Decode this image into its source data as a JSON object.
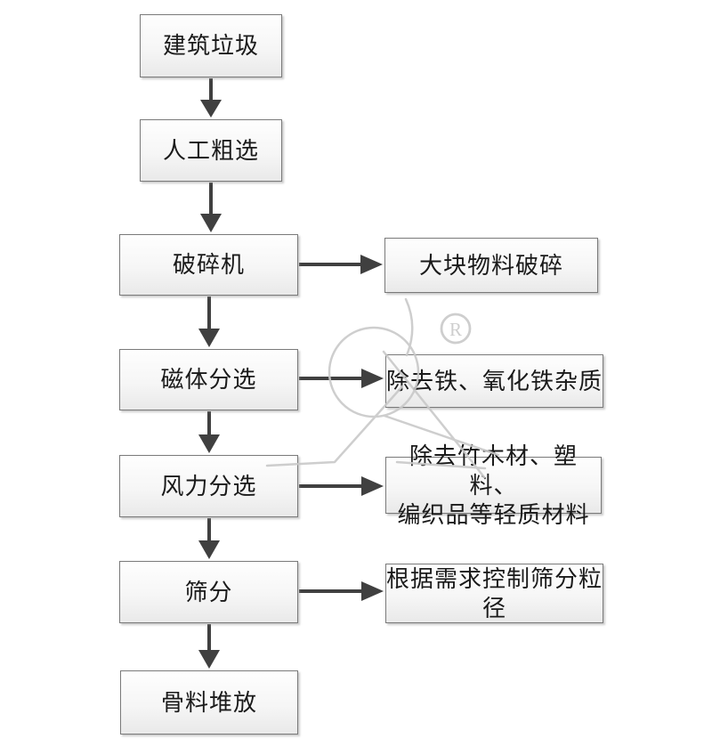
{
  "flow": {
    "main_steps": [
      {
        "label": "建筑垃圾"
      },
      {
        "label": "人工粗选"
      },
      {
        "label": "破碎机"
      },
      {
        "label": "磁体分选"
      },
      {
        "label": "风力分选"
      },
      {
        "label": "筛分"
      },
      {
        "label": "骨料堆放"
      }
    ],
    "side_notes": [
      {
        "label": "大块物料破碎"
      },
      {
        "label": "除去铁、氧化铁杂质"
      },
      {
        "label": "除去竹木材、塑料、\n编织品等轻质材料"
      },
      {
        "label": "根据需求控制筛分粒\n径"
      }
    ]
  },
  "watermark": {
    "registered_letter": "R"
  },
  "colors": {
    "arrow": "#404040",
    "watermark": "#c9c9c9",
    "box_border": "#7a7a7a",
    "text": "#1a1a1a"
  }
}
